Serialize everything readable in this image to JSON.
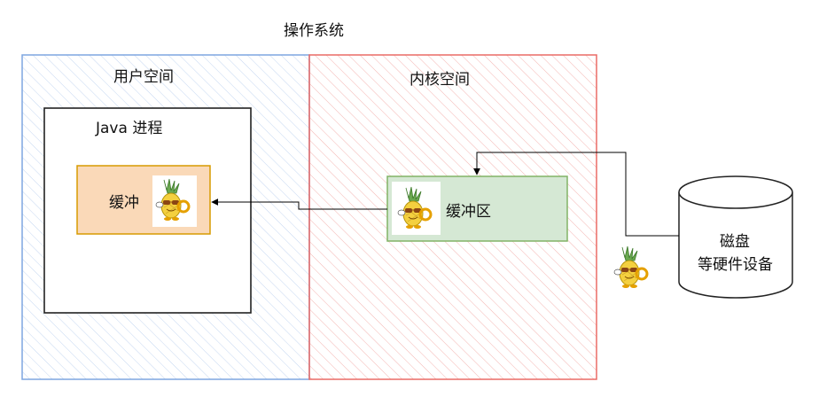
{
  "diagram": {
    "os_label": "操作系统",
    "user_space": {
      "label": "用户空间",
      "color": "#7ea6e0"
    },
    "kernel_space": {
      "label": "内核空间",
      "color": "#ea6b66"
    },
    "java_process": {
      "label": "Java 进程"
    },
    "user_buffer": {
      "label": "缓冲",
      "fill": "#fad9b8",
      "stroke": "#d79b00",
      "mascot": "pineapple-mascot-icon"
    },
    "kernel_buffer": {
      "label": "缓冲区",
      "fill": "#d5e8d4",
      "stroke": "#82b366",
      "mascot": "pineapple-mascot-icon"
    },
    "disk": {
      "line1": "磁盘",
      "line2": "等硬件设备"
    },
    "edges": [
      {
        "from": "disk",
        "to": "kernel_buffer"
      },
      {
        "from": "kernel_buffer",
        "to": "user_buffer"
      }
    ]
  }
}
